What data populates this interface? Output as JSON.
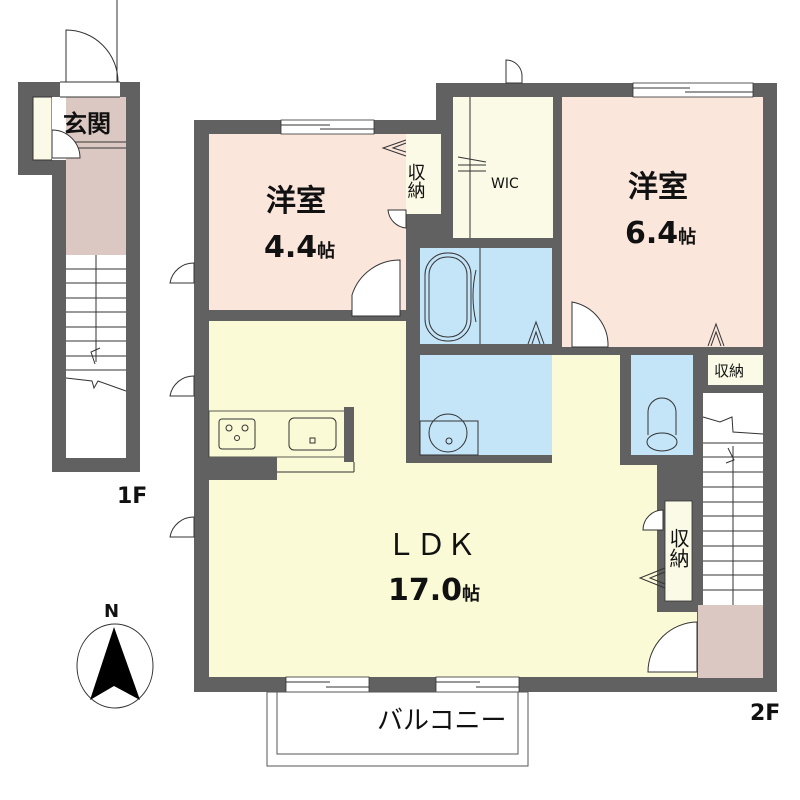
{
  "floor_1": {
    "label": "1F",
    "rooms": {
      "entrance": {
        "name": "玄関"
      }
    }
  },
  "floor_2": {
    "label": "2F",
    "rooms": {
      "western_room_1": {
        "name": "洋室",
        "size": "4.4",
        "unit": "帖"
      },
      "western_room_2": {
        "name": "洋室",
        "size": "6.4",
        "unit": "帖"
      },
      "ldk": {
        "name": "ＬＤＫ",
        "size": "17.0",
        "unit": "帖"
      },
      "storage_1": {
        "name": "収納"
      },
      "storage_2": {
        "name": "収納"
      },
      "storage_3": {
        "name": "収納"
      },
      "walk_in_closet": {
        "name": "WIC"
      },
      "balcony": {
        "name": "バルコニー"
      }
    }
  },
  "compass": {
    "label": "N"
  },
  "colors": {
    "wall": "#616161",
    "western_room": "#fbe6dc",
    "ldk": "#fafad7",
    "wet_area": "#c4e4f8",
    "storage": "#fbfae6",
    "entrance_floor": "#dcc8c2"
  }
}
